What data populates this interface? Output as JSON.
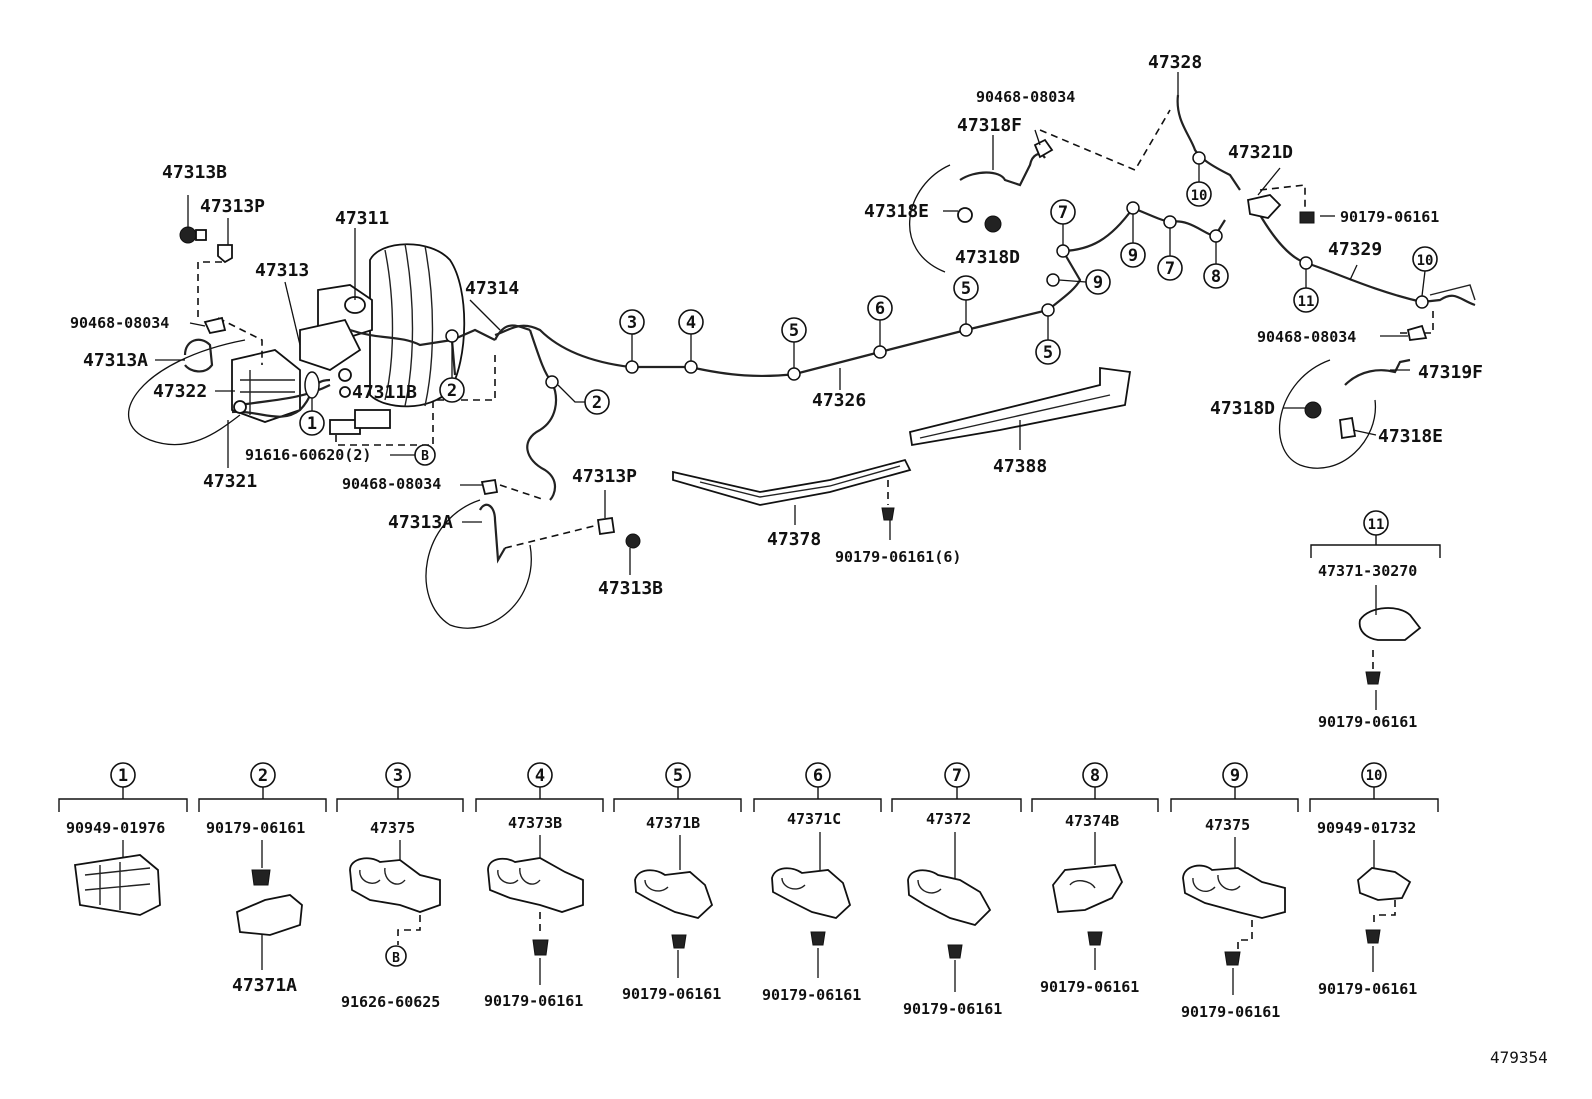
{
  "diagram": {
    "figure_number": "479354",
    "main_labels": {
      "l47313B_a": "47313B",
      "l47313P_a": "47313P",
      "l47311": "47311",
      "l47313": "47313",
      "l47314": "47314",
      "l90468_a": "90468-08034",
      "l47313A_a": "47313A",
      "l47322": "47322",
      "l47311B": "47311B",
      "l47321": "47321",
      "l91616": "91616-60620(2)",
      "l90468_b": "90468-08034",
      "l47313A_b": "47313A",
      "l47313P_b": "47313P",
      "l47313B_b": "47313B",
      "l47326": "47326",
      "l47378": "47378",
      "l90179_6": "90179-06161(6)",
      "l47388": "47388",
      "l47328": "47328",
      "l90468_c": "90468-08034",
      "l47318F": "47318F",
      "l47318E_a": "47318E",
      "l47318D_a": "47318D",
      "l47321D": "47321D",
      "l90179_a": "90179-06161",
      "l47329": "47329",
      "l90468_d": "90468-08034",
      "l47319F": "47319F",
      "l47318D_b": "47318D",
      "l47318E_b": "47318E",
      "l47371_30270": "47371-30270",
      "l90179_b": "90179-06161"
    },
    "callout_numbers": {
      "n1": "1",
      "n2": "2",
      "n3": "3",
      "n4": "4",
      "n5": "5",
      "n6": "6",
      "n7": "7",
      "n8": "8",
      "n9": "9",
      "n10": "10",
      "n11": "11",
      "B": "B"
    },
    "detail_groups": [
      {
        "number": "1",
        "top": "90949-01976",
        "bottom": ""
      },
      {
        "number": "2",
        "top": "90179-06161",
        "bottom": "47371A"
      },
      {
        "number": "3",
        "top": "47375",
        "bottom": "91626-60625"
      },
      {
        "number": "4",
        "top": "47373B",
        "bottom": "90179-06161"
      },
      {
        "number": "5",
        "top": "47371B",
        "bottom": "90179-06161"
      },
      {
        "number": "6",
        "top": "47371C",
        "bottom": "90179-06161"
      },
      {
        "number": "7",
        "top": "47372",
        "bottom": "90179-06161"
      },
      {
        "number": "8",
        "top": "47374B",
        "bottom": "90179-06161"
      },
      {
        "number": "9",
        "top": "47375",
        "bottom": "90179-06161"
      },
      {
        "number": "10",
        "top": "90949-01732",
        "bottom": "90179-06161"
      }
    ]
  }
}
